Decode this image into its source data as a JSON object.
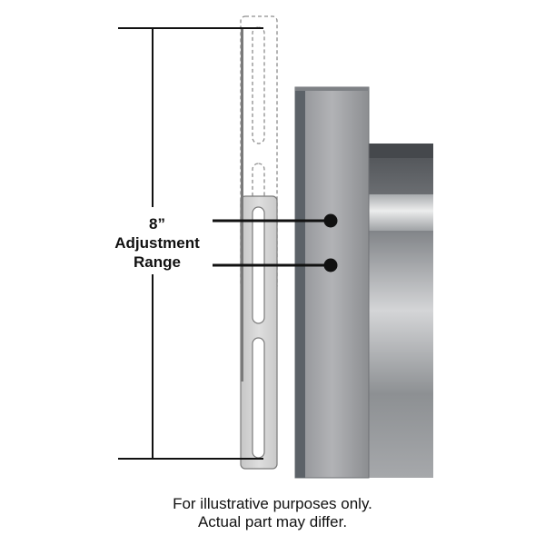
{
  "label": {
    "value": "8”",
    "line1": "Adjustment",
    "line2": "Range"
  },
  "caption": {
    "line1": "For illustrative purposes only.",
    "line2": "Actual part may differ."
  },
  "colors": {
    "post_front": "#9a9a9a",
    "post_edge": "#5c6268",
    "panel": "#7c7f83",
    "bracket": "#d4d4d4",
    "line": "#111111"
  }
}
